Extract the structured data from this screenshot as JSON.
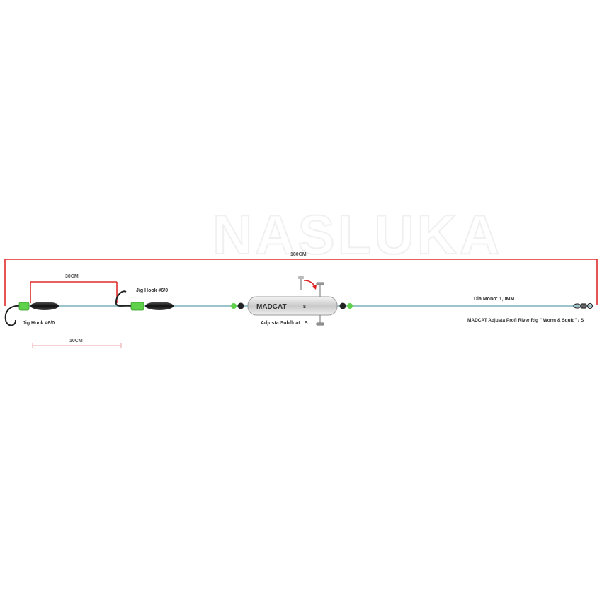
{
  "watermark": "NASLUKA",
  "dimensions": {
    "total": "180CM",
    "upper": "30CM",
    "lower": "10CM"
  },
  "labels": {
    "hook_left": "Jig Hook #6/0",
    "hook_right": "Jig Hook #6/0",
    "float": "Adjusta Subfloat : S",
    "line": "Dia Mono: 1,0MM",
    "product": "MADCAT Adjusta Profi River Rig \" Worm & Squid\" / S",
    "brand": "MADCAT",
    "float_size": "S"
  },
  "colors": {
    "line": "#9cc4cc",
    "dimension": "#e02a2a",
    "bead": "#5fd14a",
    "sinker": "#2b2b2b",
    "float_body": "#dcdcdc"
  }
}
